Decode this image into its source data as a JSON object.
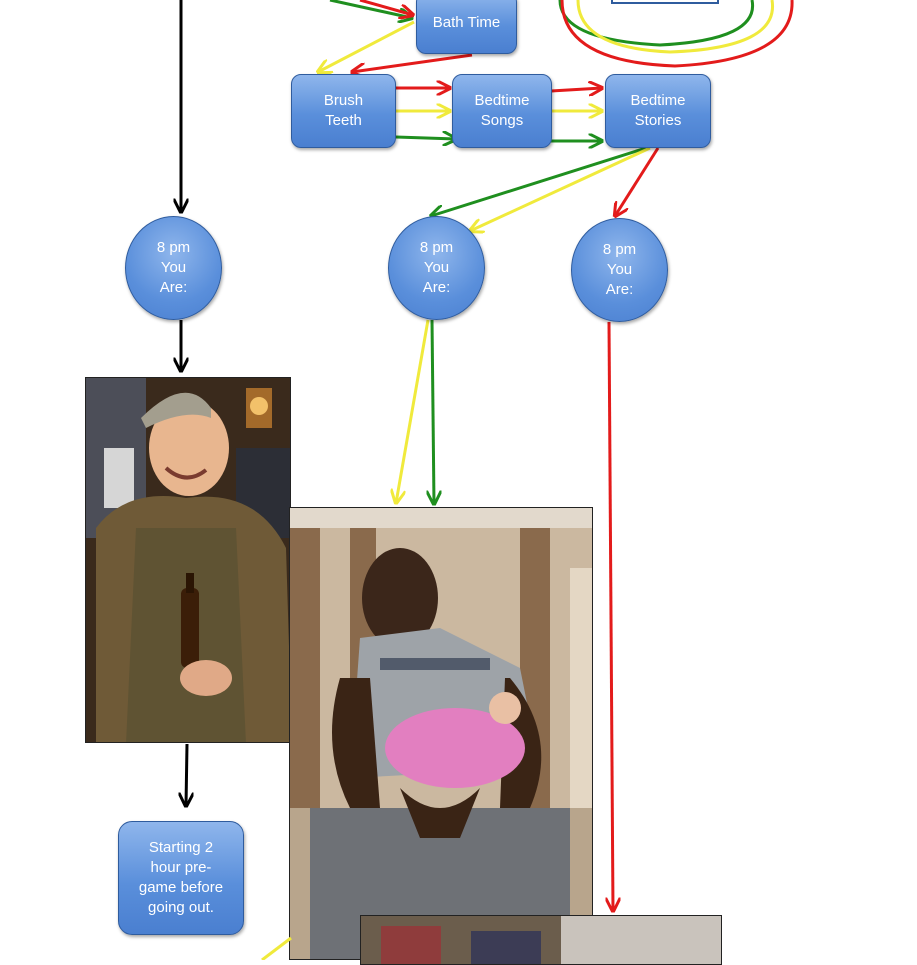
{
  "nodes": {
    "bath_time": "Bath Time",
    "brush_teeth": "Brush\nTeeth",
    "bedtime_songs": "Bedtime\nSongs",
    "bedtime_stories": "Bedtime\nStories",
    "circle_left": "8 pm\nYou\nAre:",
    "circle_mid": "8 pm\nYou\nAre:",
    "circle_right": "8 pm\nYou\nAre:",
    "pregame": "Starting 2\nhour pre-\ngame before\ngoing out."
  },
  "colors": {
    "node_blue": "#5a8fdb",
    "arrow_black": "#000000",
    "arrow_red": "#e31b1b",
    "arrow_yellow": "#f0ea3c",
    "arrow_green": "#1f8f1f"
  }
}
